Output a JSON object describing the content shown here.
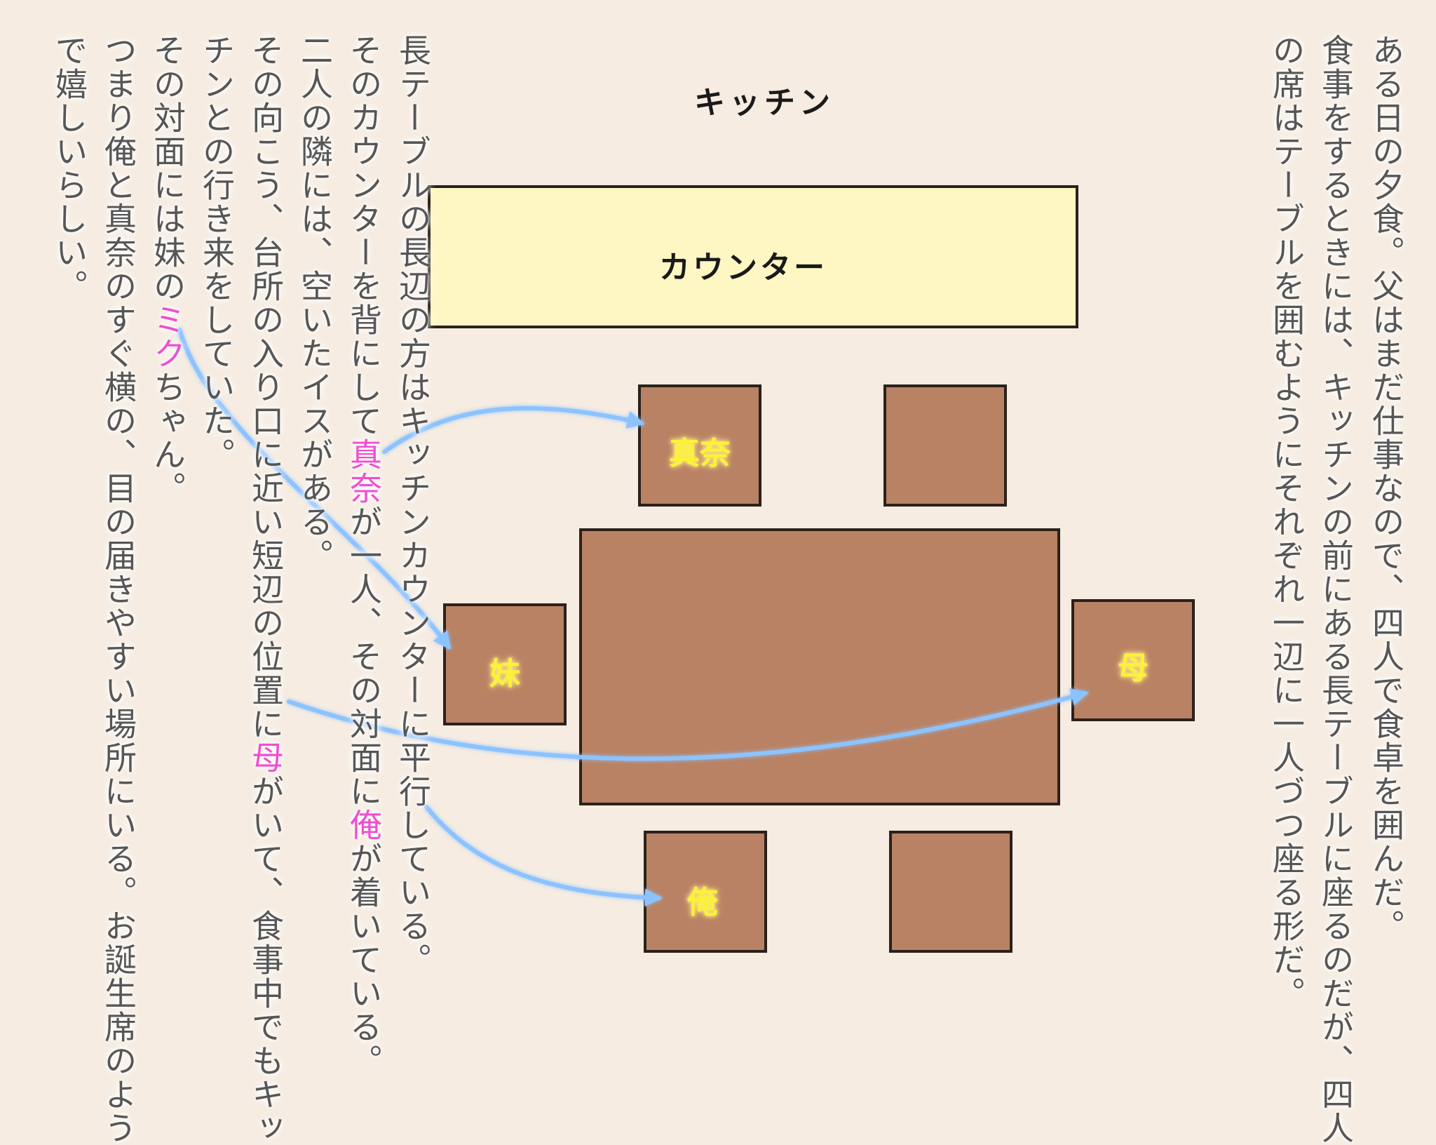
{
  "labels": {
    "kitchen": "キッチン",
    "counter": "カウンター",
    "seat_mana": "真奈",
    "seat_imouto": "妹",
    "seat_haha": "母",
    "seat_ore": "俺"
  },
  "text_columns": [
    "ある日の夕食。父はまだ仕事なので、四人で食卓を囲んだ。",
    "食事をするときには、キッチンの前にある長テーブルに座るのだが、四人",
    "の席はテーブルを囲むようにそれぞれ一辺に一人づつ座る形だ。",
    "長テーブルの長辺の方はキッチンカウンターに平行している。",
    "そのカウンターを背にして|真奈|が一人、その対面に|俺|が着いている。",
    "二人の隣には、空いたイスがある。",
    "その向こう、台所の入り口に近い短辺の位置に|母|がいて、食事中でもキッ",
    "チンとの行き来をしていた。",
    "その対面には妹の|ミク|ちゃん。",
    "つまり俺と真奈のすぐ横の、目の届きやすい場所にいる。お誕生席のよう",
    "で嬉しいらしい。"
  ],
  "colors": {
    "background": "#f6ece1",
    "counter_fill": "#fef7c4",
    "table_fill": "#b98264",
    "outline": "#2a211b",
    "arrow": "#8cc3ff",
    "highlight_text": "#f04ed2",
    "body_text": "#565656",
    "seat_label": "#fbf238"
  }
}
